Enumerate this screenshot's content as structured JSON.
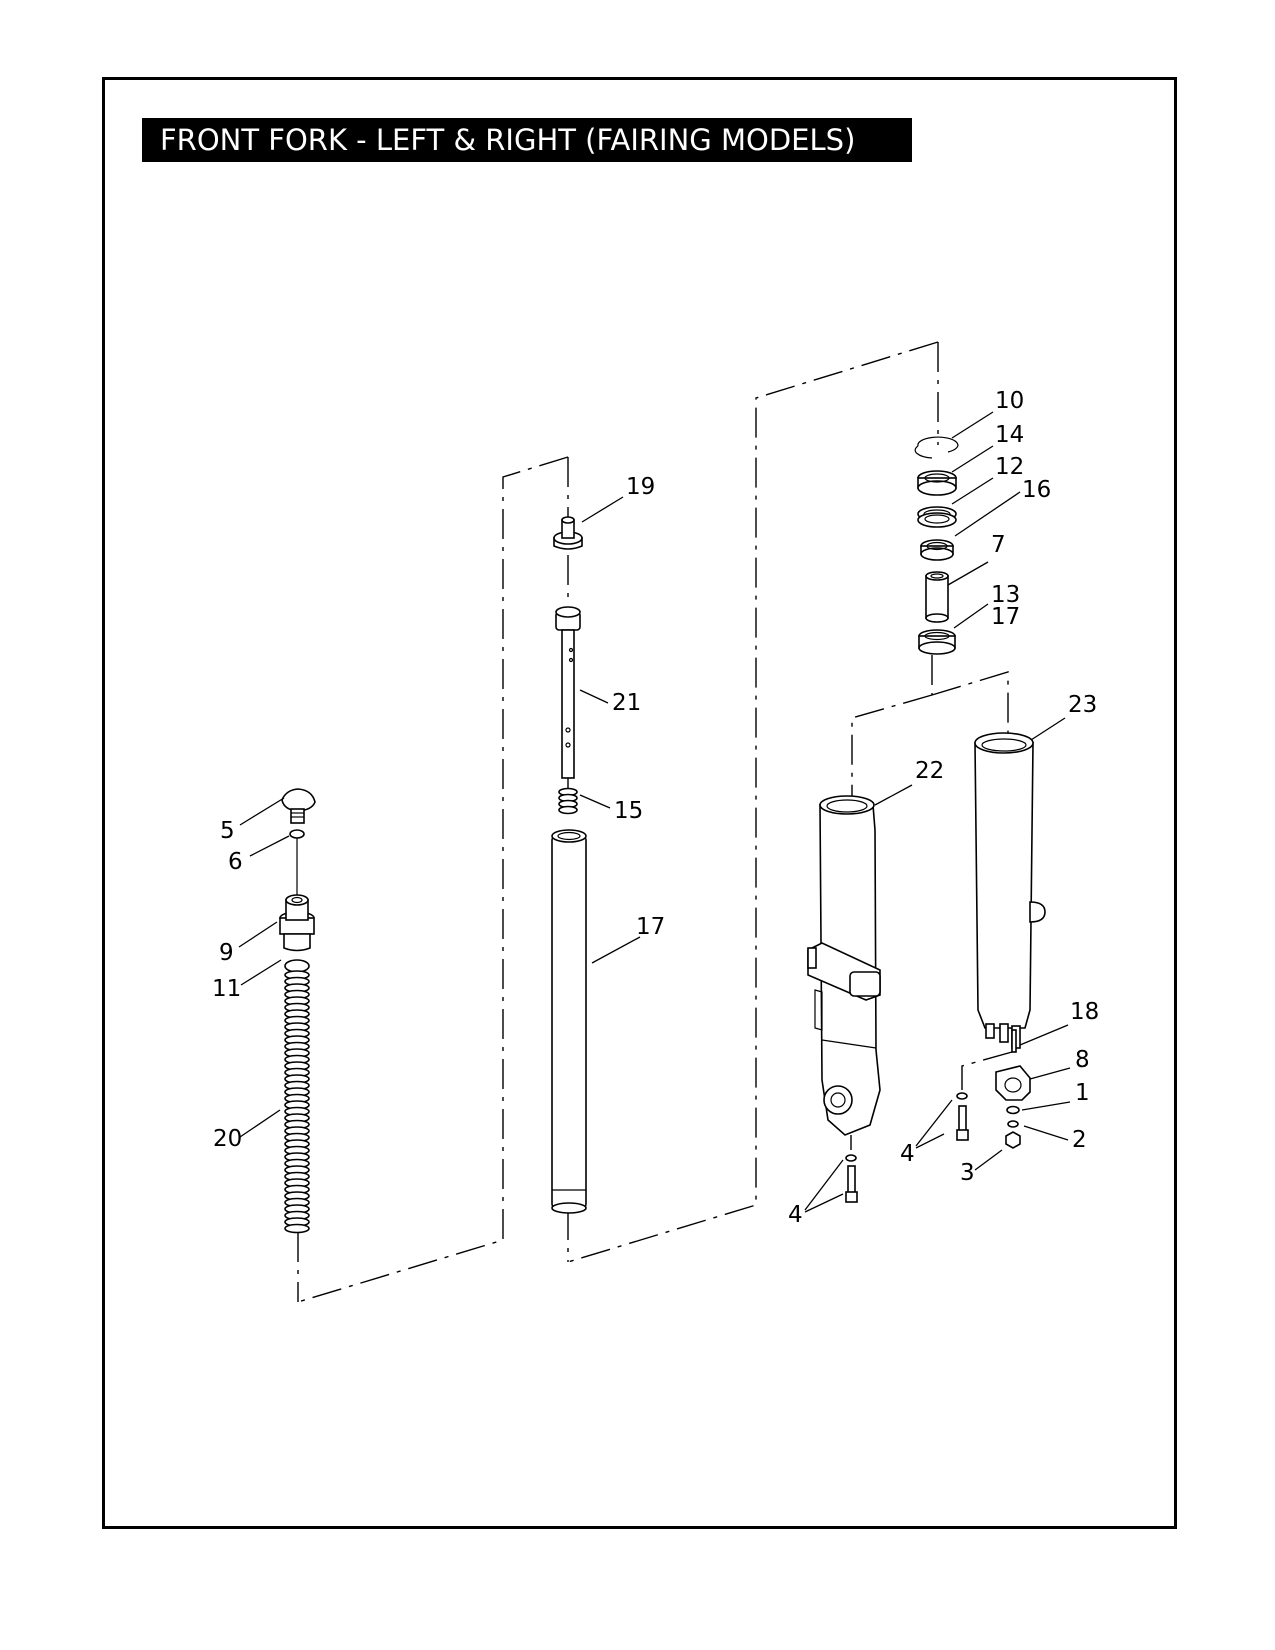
{
  "title": "FRONT FORK - LEFT & RIGHT (FAIRING MODELS)",
  "callouts": {
    "c10": "10",
    "c14": "14",
    "c12": "12",
    "c16": "16",
    "c7": "7",
    "c13": "13",
    "c17a": "17",
    "c19": "19",
    "c21": "21",
    "c23": "23",
    "c22": "22",
    "c15": "15",
    "c5": "5",
    "c6": "6",
    "c17b": "17",
    "c9": "9",
    "c11": "11",
    "c18": "18",
    "c8": "8",
    "c1": "1",
    "c20": "20",
    "c2": "2",
    "c4a": "4",
    "c4b": "4",
    "c3": "3"
  }
}
